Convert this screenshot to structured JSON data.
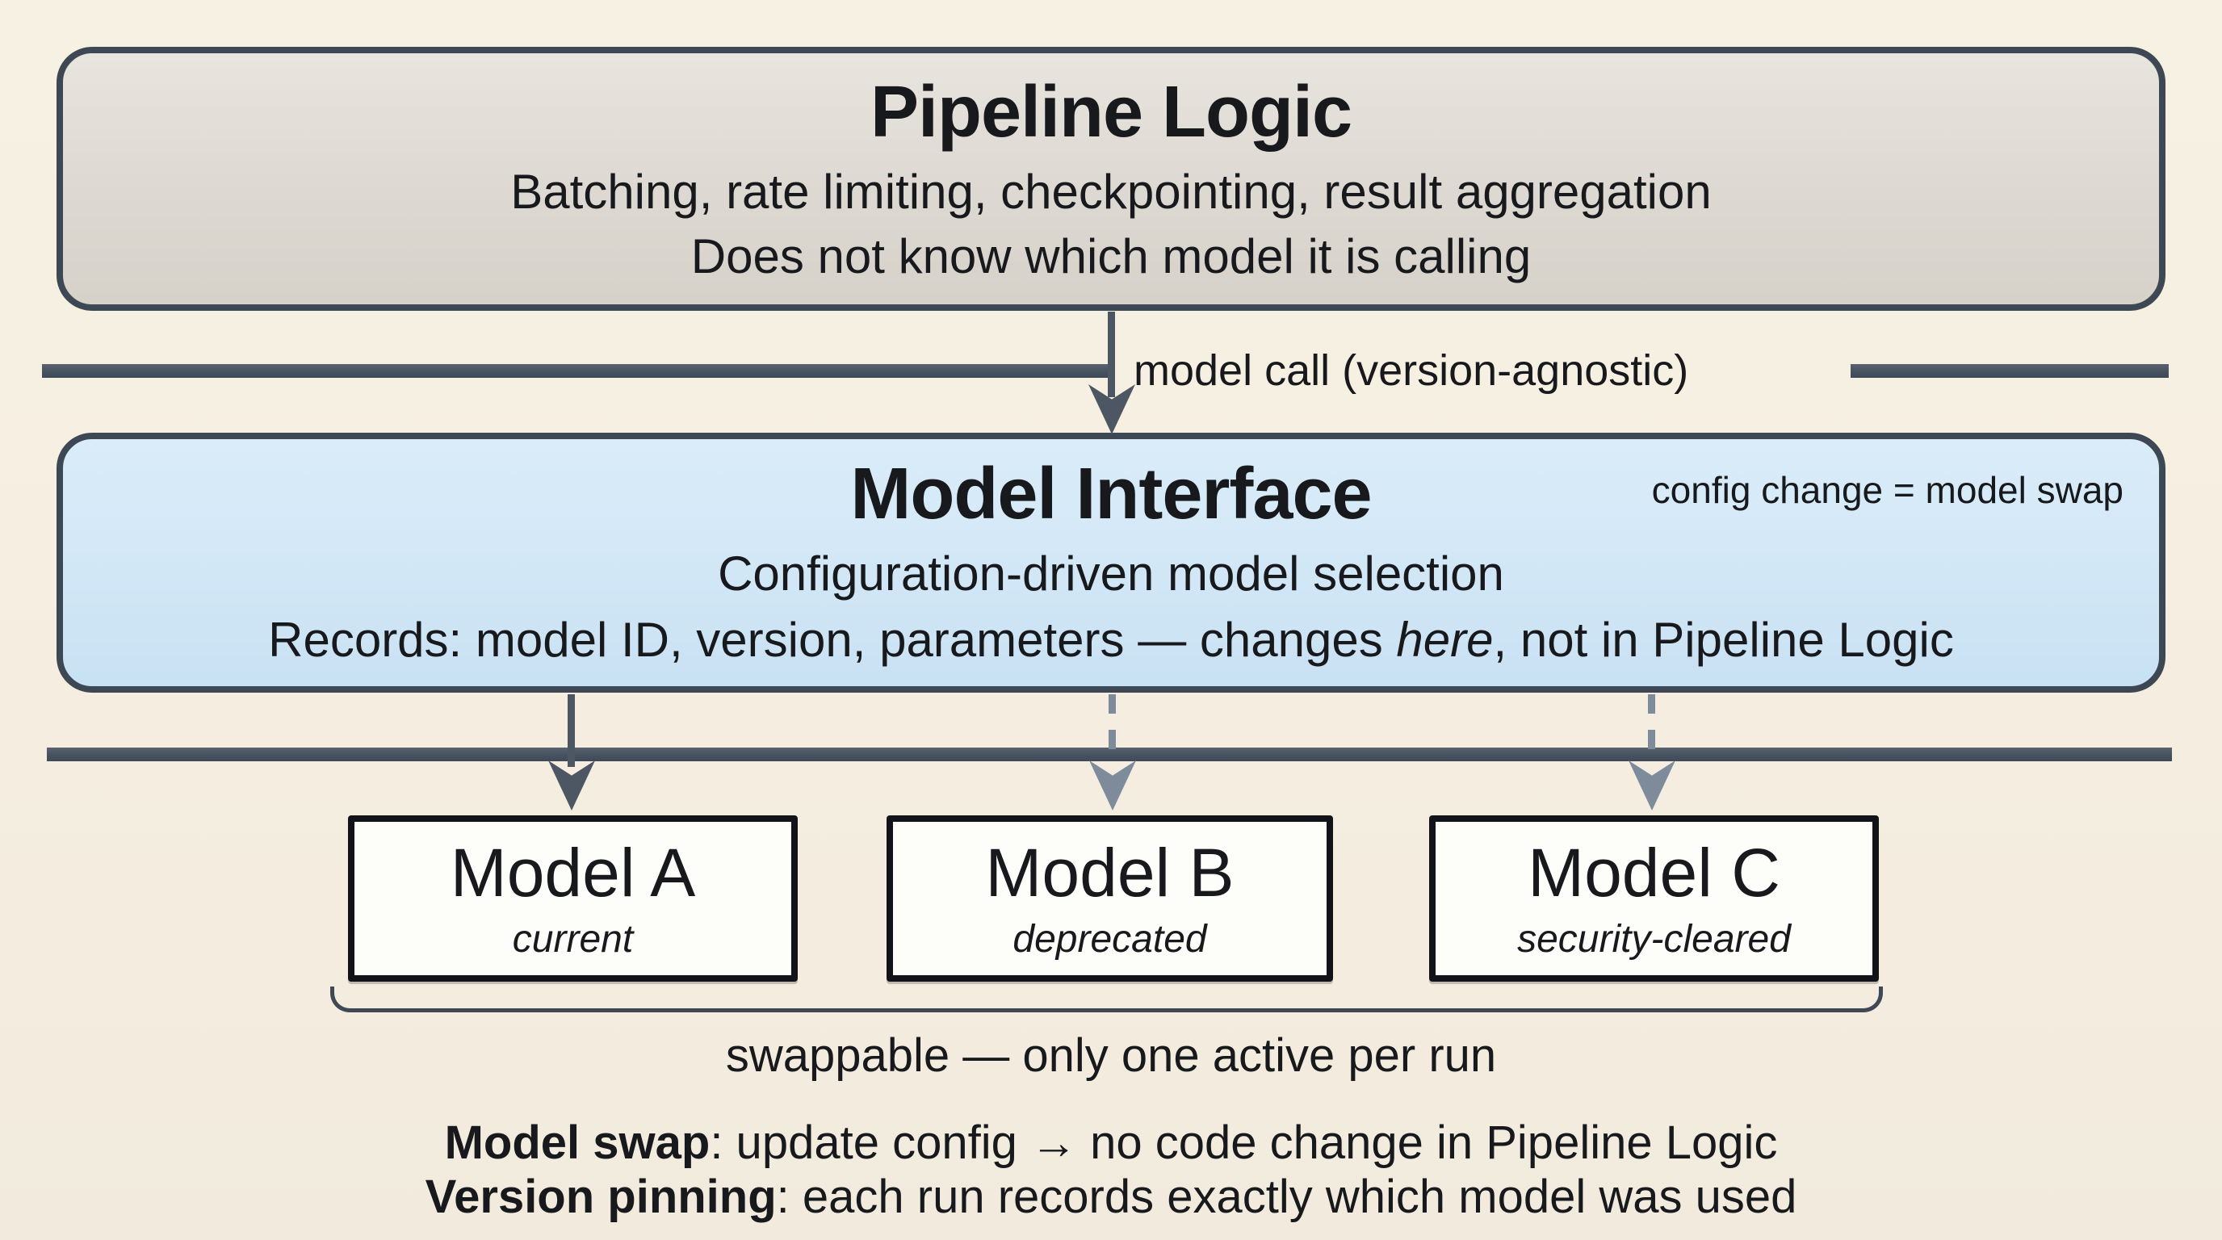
{
  "colors": {
    "background": "#f6efe2",
    "pipeline_fill": "#ddd9d2",
    "interface_fill": "#d2e7f6",
    "box_border": "#3e4854",
    "divider_bar": "#4b5664",
    "solid_arrow": "#4d5763",
    "dashed_arrow": "#7e8b9a",
    "model_box_fill": "#fdfdfa",
    "model_box_border": "#111318",
    "text": "#17191d"
  },
  "pipeline_box": {
    "title": "Pipeline Logic",
    "line1": "Batching, rate limiting, checkpointing, result aggregation",
    "line2": "Does not know which model it is calling"
  },
  "connector": {
    "label": "model call (version-agnostic)"
  },
  "interface_box": {
    "corner_note": "config change = model swap",
    "title": "Model Interface",
    "line1": "Configuration-driven model selection",
    "line2_prefix": "Records: model ID, version, parameters — changes ",
    "line2_italic": "here",
    "line2_suffix": ", not in Pipeline Logic"
  },
  "models": [
    {
      "name": "Model A",
      "status": "current"
    },
    {
      "name": "Model B",
      "status": "deprecated"
    },
    {
      "name": "Model C",
      "status": "security-cleared"
    }
  ],
  "bracket_label": "swappable — only one active per run",
  "notes": [
    {
      "bold": "Model swap",
      "rest": ": update config → no code change in Pipeline Logic"
    },
    {
      "bold": "Version pinning",
      "rest": ": each run records exactly which model was used"
    }
  ]
}
